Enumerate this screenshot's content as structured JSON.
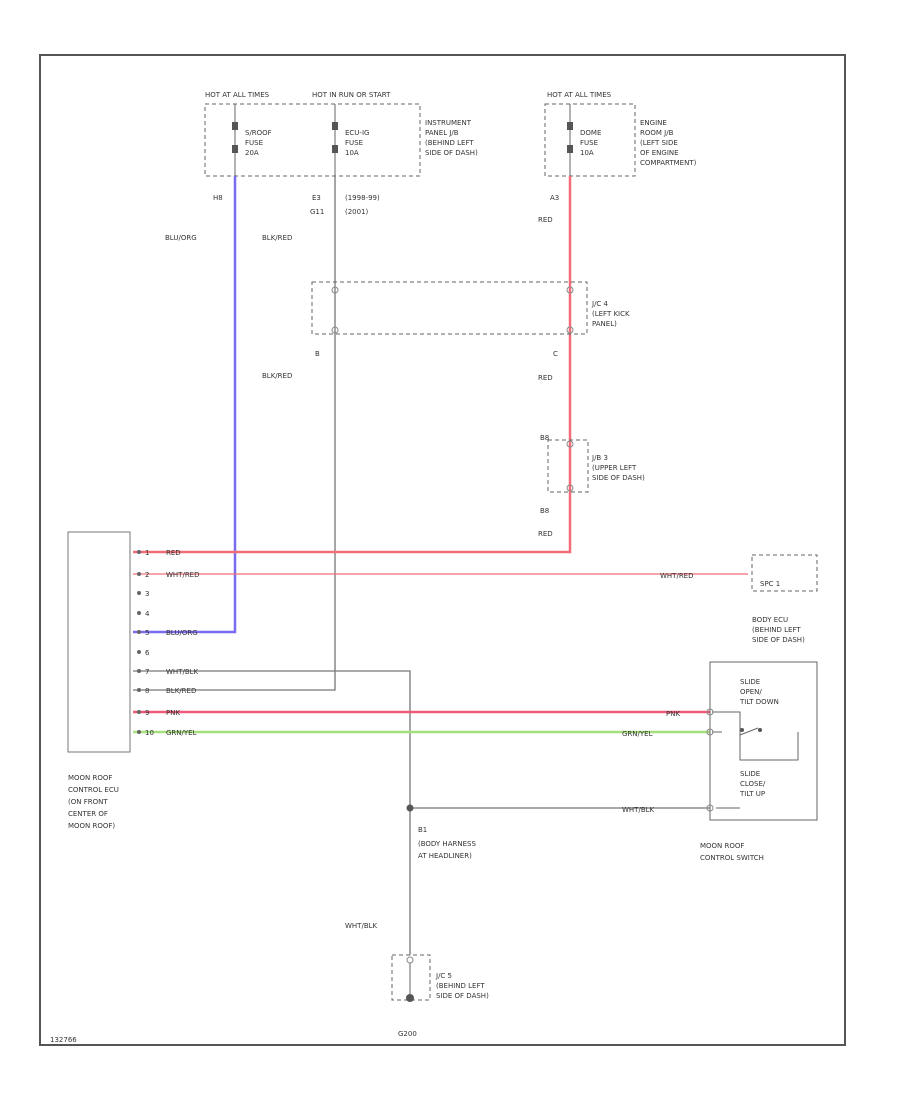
{
  "fuse_blocks": {
    "hot_at_all_times_1": "HOT AT ALL TIMES",
    "hot_in_run": "HOT IN RUN OR START",
    "hot_at_all_times_2": "HOT AT ALL TIMES",
    "instrument_panel_jb": [
      "INSTRUMENT",
      "PANEL J/B",
      "(BEHIND LEFT",
      "SIDE OF DASH)"
    ],
    "engine_room_jb": [
      "ENGINE",
      "ROOM J/B",
      "(LEFT SIDE",
      "OF ENGINE",
      "COMPARTMENT)"
    ],
    "sunroof_fuse": [
      "S/ROOF",
      "FUSE",
      "20A"
    ],
    "ecu_ig_fuse": [
      "ECU-IG",
      "FUSE",
      "10A"
    ],
    "dome_fuse": [
      "DOME",
      "FUSE",
      "10A"
    ]
  },
  "connectors": {
    "h8": "H8",
    "e3": "E3",
    "e3_note": "(1998-99)",
    "g11": "G11",
    "g11_note": "(2001)",
    "a3": "A3",
    "jc_b": "B",
    "jc_c": "C",
    "b8_top": "B8",
    "b8_bottom": "B8",
    "b1": "B1",
    "ecu_ref": "SPC 1"
  },
  "junctions": {
    "jc4": [
      "J/C 4",
      "(LEFT KICK",
      "PANEL)"
    ],
    "jb3": [
      "J/B 3",
      "(UPPER LEFT",
      "SIDE OF DASH)"
    ],
    "jc5": [
      "J/C 5",
      "(BEHIND LEFT",
      "SIDE OF DASH)"
    ],
    "body_harness": [
      "(BODY HARNESS",
      "AT HEADLINER)"
    ]
  },
  "wire_labels": {
    "blu_org": "BLU/ORG",
    "blk_red_top": "BLK/RED",
    "blk_red_mid": "BLK/RED",
    "red_top": "RED",
    "red_mid": "RED",
    "red_low": "RED",
    "wht_red_right": "WHT/RED",
    "pnk_right": "PNK",
    "grn_yel_right": "GRN/YEL",
    "wht_blk_right": "WHT/BLK",
    "wht_blk_ground": "WHT/BLK"
  },
  "ecu_pins": [
    {
      "num": "1",
      "wire": "RED"
    },
    {
      "num": "2",
      "wire": "WHT/RED"
    },
    {
      "num": "3",
      "wire": ""
    },
    {
      "num": "4",
      "wire": ""
    },
    {
      "num": "5",
      "wire": "BLU/ORG"
    },
    {
      "num": "6",
      "wire": ""
    },
    {
      "num": "7",
      "wire": "WHT/BLK"
    },
    {
      "num": "8",
      "wire": "BLK/RED"
    },
    {
      "num": "9",
      "wire": "PNK"
    },
    {
      "num": "10",
      "wire": "GRN/YEL"
    }
  ],
  "components": {
    "moon_roof_ecu": [
      "MOON ROOF",
      "CONTROL ECU",
      "(ON FRONT",
      "CENTER OF",
      "MOON ROOF)"
    ],
    "body_ecu": [
      "BODY ECU",
      "(BEHIND LEFT",
      "SIDE OF DASH)"
    ],
    "switch_slide_open": [
      "SLIDE",
      "OPEN/",
      "TILT DOWN"
    ],
    "switch_slide_close": [
      "SLIDE",
      "CLOSE/",
      "TILT UP"
    ],
    "moon_roof_switch": [
      "MOON ROOF",
      "CONTROL SWITCH"
    ]
  },
  "ground": "G200",
  "figure_id": "132766",
  "colors": {
    "red": "#f26d78",
    "pink": "#f05a78",
    "blue": "#7a6cf0",
    "green": "#a6e07a",
    "gray": "#777777"
  }
}
